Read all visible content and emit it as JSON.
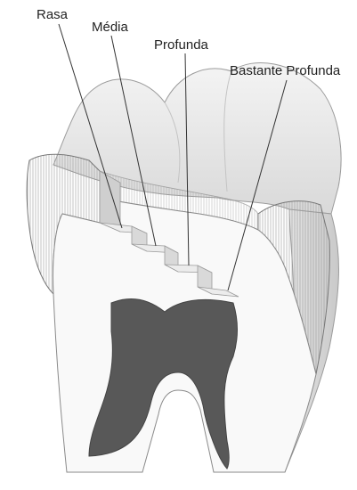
{
  "labels": {
    "rasa": "Rasa",
    "media": "Média",
    "profunda": "Profunda",
    "bastante_profunda": "Bastante Profunda"
  },
  "colors": {
    "enamel_top": "#ededed",
    "enamel_side": "#e2e2e2",
    "dentin_cut": "#f9f9f9",
    "pulp": "#585858",
    "outline": "#8a8a8a",
    "leader": "#333333"
  }
}
